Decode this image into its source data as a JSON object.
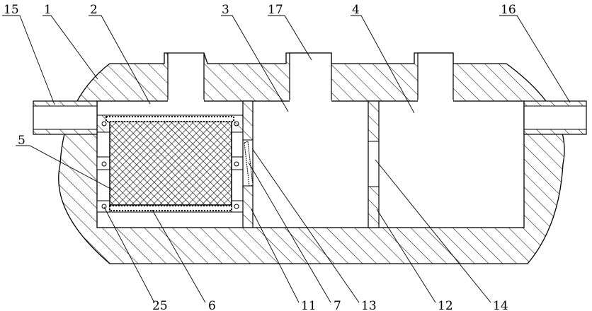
{
  "figure": {
    "labels": {
      "l15": "15",
      "l1": "1",
      "l2": "2",
      "l3": "3",
      "l17": "17",
      "l4": "4",
      "l16": "16",
      "l5": "5",
      "l25": "25",
      "l6": "6",
      "l11": "11",
      "l7": "7",
      "l13": "13",
      "l12": "12",
      "l14": "14"
    }
  }
}
